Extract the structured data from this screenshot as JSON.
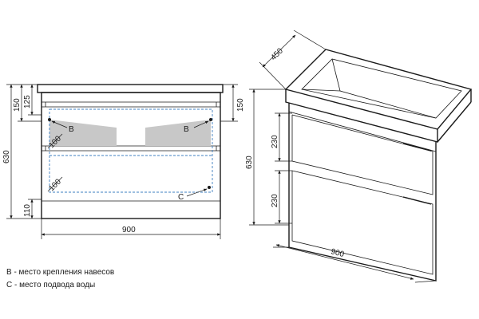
{
  "front_view": {
    "width_label": "900",
    "height_label": "630",
    "top_label_150": "150",
    "top_label_125": "125",
    "right_label_150": "150",
    "bottom_label_110": "110",
    "diag_label_top": "100",
    "diag_label_bottom": "100",
    "marker_b_left": "B",
    "marker_b_right": "B",
    "marker_c": "C"
  },
  "iso_view": {
    "depth_label": "450",
    "height_label": "630",
    "drawer_top_label": "230",
    "drawer_bottom_label": "230",
    "width_label": "900"
  },
  "legend": {
    "b_text": "B - место крепления навесов",
    "c_text": "С - место подвода воды"
  },
  "colors": {
    "line": "#1a1a1a",
    "dashed": "#3d7fc1",
    "hinge_fill": "#c8c8c8"
  }
}
